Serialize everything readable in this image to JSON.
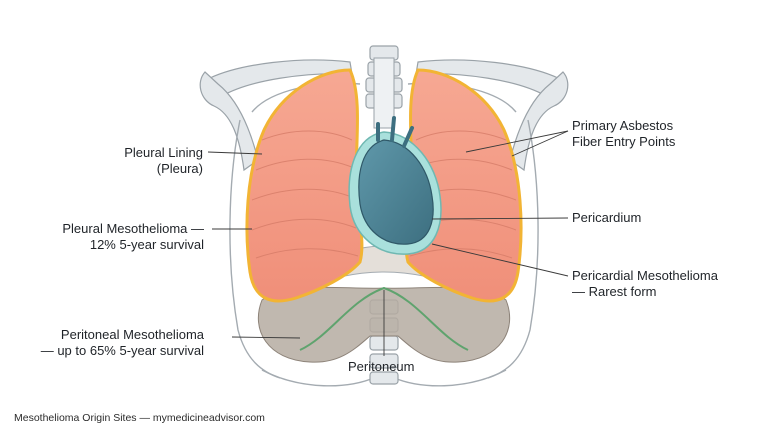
{
  "labels": {
    "pleural_lining": [
      "Pleural Lining",
      "(Pleura)"
    ],
    "pleural_meso": [
      "Pleural Mesothelioma —",
      "12% 5-year survival"
    ],
    "peritoneal_meso": [
      "Peritoneal Mesothelioma",
      "— up to 65% 5-year survival"
    ],
    "peritoneum": "Peritoneum",
    "asbestos": [
      "Primary Asbestos",
      "Fiber Entry Points"
    ],
    "pericardium": "Pericardium",
    "pericardial_meso": [
      "Pericardial Mesothelioma",
      "— Rarest form"
    ]
  },
  "caption": "Mesothelioma Origin Sites — mymedicineadvisor.com",
  "colors": {
    "lung": "#f29a86",
    "lung_lining": "#f2b434",
    "bone": "#e3e7ea",
    "bone_stroke": "#9aa2a8",
    "heart": "#4f8497",
    "pericardium": "#a9e0dc",
    "peritoneum": "#b1a69b",
    "peritoneum_line": "#5fa36e"
  }
}
